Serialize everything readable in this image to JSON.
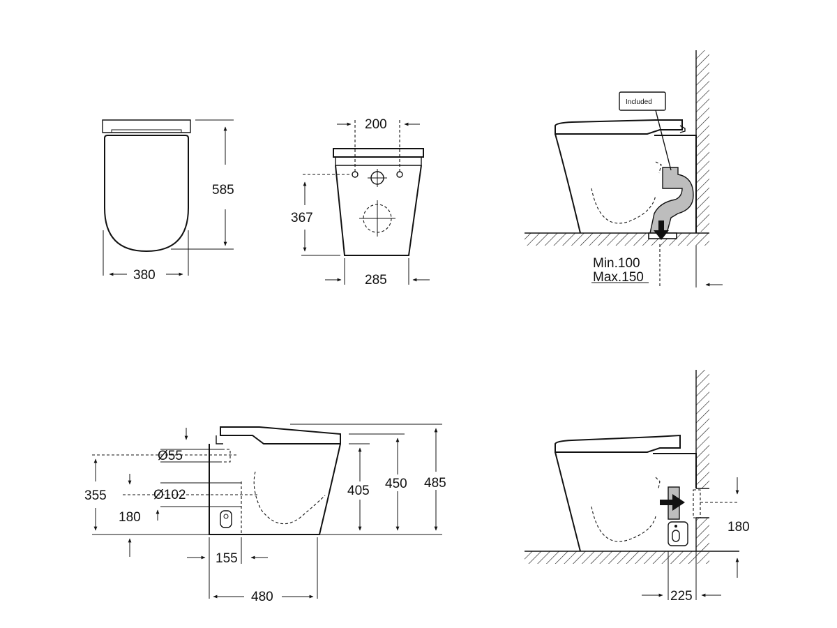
{
  "top_view": {
    "depth": "585",
    "width": "380"
  },
  "rear_view": {
    "bolt_spacing": "200",
    "outlet_height": "367",
    "base_width": "285"
  },
  "side_view_floor_outlet": {
    "callout": "Included",
    "offset_min": "Min.100",
    "offset_max": "Max.150"
  },
  "side_view_dimensions": {
    "inlet_diameter": "Ø55",
    "outlet_diameter": "Ø102",
    "inlet_height": "355",
    "outlet_center_height": "180",
    "rim_height": "405",
    "seat_height": "450",
    "overall_height": "485",
    "inlet_offset": "155",
    "overall_depth": "480"
  },
  "side_view_wall_outlet": {
    "outlet_height": "180",
    "wall_offset": "225"
  }
}
